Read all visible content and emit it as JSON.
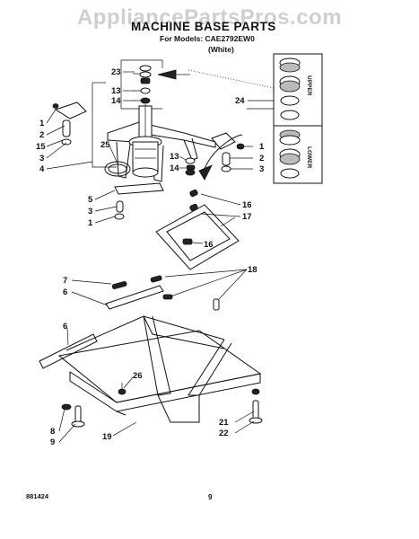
{
  "watermark": "AppliancePartsPros.com",
  "header": {
    "title": "MACHINE BASE PARTS",
    "models_line": "For Models: CAE2792EW0",
    "color_line": "(White)"
  },
  "inset": {
    "upper_label": "UPPER",
    "lower_label": "LOWER"
  },
  "callouts": {
    "c23": "23",
    "c13a": "13",
    "c14a": "14",
    "c24": "24",
    "c1a": "1",
    "c2a": "2",
    "c15": "15",
    "c3a": "3",
    "c25": "25",
    "c4": "4",
    "c13b": "13",
    "c14b": "14",
    "c1b": "1",
    "c2b": "2",
    "c3b": "3",
    "c5": "5",
    "c3c": "3",
    "c1c": "1",
    "c16a": "16",
    "c17": "17",
    "c16b": "16",
    "c18": "18",
    "c7": "7",
    "c6a": "6",
    "c6b": "6",
    "c26": "26",
    "c8": "8",
    "c9": "9",
    "c19": "19",
    "c21": "21",
    "c22": "22"
  },
  "footer": {
    "doc_number": "881424",
    "page_number": "9"
  }
}
